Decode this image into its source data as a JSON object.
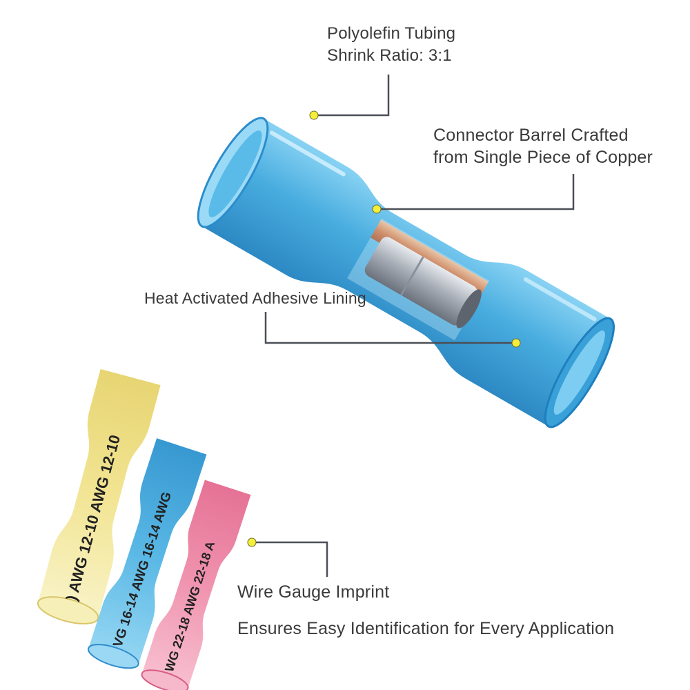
{
  "callouts": {
    "tubing": {
      "line1": "Polyolefin Tubing",
      "line2": "Shrink Ratio: 3:1"
    },
    "barrel": {
      "line1": "Connector Barrel Crafted",
      "line2": "from Single Piece of Copper"
    },
    "adhesive": {
      "text": "Heat Activated Adhesive Lining"
    },
    "gauge": {
      "title": "Wire Gauge Imprint",
      "subtitle": "Ensures Easy Identification for Every Application"
    }
  },
  "connectors": [
    {
      "color_name": "yellow",
      "imprint": ") AWG   12-10 AWG   12-10"
    },
    {
      "color_name": "blue",
      "imprint": "VG   16-14 AWG   16-14 AWG"
    },
    {
      "color_name": "red",
      "imprint": "WG 22-18 AWG 22-18 A"
    }
  ],
  "colors": {
    "blue": "#3aa6dc",
    "yellow": "#f3e9a0",
    "red": "#ee8aa6",
    "callout_dot": "#f5ef3a",
    "callout_line": "#4a4f57"
  }
}
